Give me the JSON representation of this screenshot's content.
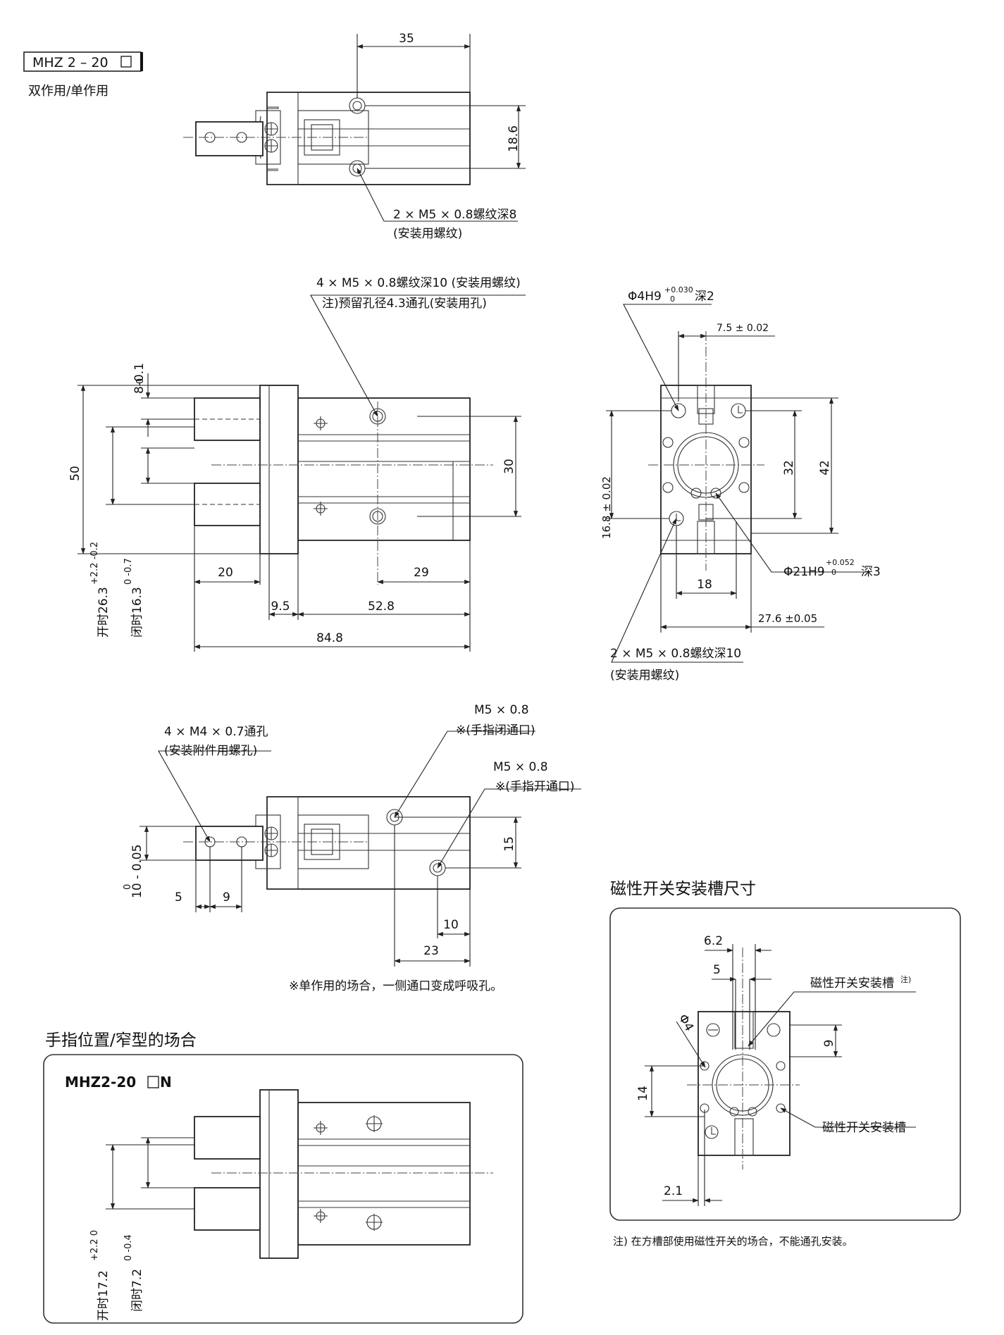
{
  "model_box": {
    "label": "MHZ 2 – 20"
  },
  "subtitle": "双作用/单作用",
  "top_view": {
    "dim_width": "35",
    "dim_height": "18.6",
    "note_line1": "2 × M5 × 0.8螺纹深8",
    "note_line2": "(安装用螺纹)"
  },
  "front_view": {
    "note_line1": "4 × M5 × 0.8螺纹深10 (安装用螺纹)",
    "note_line2": "注)预留孔径4.3通孔(安装用孔)",
    "dim_finger_tol_top": "0",
    "dim_finger_tol_bottom": "8-0.1",
    "dim_height": "50",
    "dim_hole_pitch": "30",
    "dim_open_label": "开时26.3",
    "dim_open_tol": "+2.2 -0.2",
    "dim_close_label": "闭时16.3",
    "dim_close_tol": "0 -0.7",
    "dim_a": "20",
    "dim_b": "29",
    "dim_c": "9.5",
    "dim_d": "52.8",
    "dim_total": "84.8"
  },
  "side_view": {
    "pin_note": "Φ4H9",
    "pin_tol_top": "+0.030",
    "pin_tol_bottom": "0",
    "pin_depth": "深2",
    "dim_pin_offset": "7.5 ± 0.02",
    "dim_vertical": "16.8  ± 0.02",
    "dim_32": "32",
    "dim_42": "42",
    "bore_note": "Φ21H9",
    "bore_tol_top": "+0.052",
    "bore_tol_bottom": "0",
    "bore_depth": "深3",
    "dim_18": "18",
    "dim_width": "27.6 ±0.05",
    "thread_note_line1": "2 × M5 × 0.8螺纹深10",
    "thread_note_line2": "(安装用螺纹)"
  },
  "bottom_view": {
    "left_note_line1": "4 × M4 × 0.7通孔",
    "left_note_line2": "(安装附件用螺孔)",
    "port1_line1": "M5 × 0.8",
    "port1_line2": "※(手指闭通口)",
    "port2_line1": "M5 × 0.8",
    "port2_line2": "※(手指开通口)",
    "dim_15": "15",
    "dim_tol_top": "0",
    "dim_tol_bottom": "10 - 0.05",
    "dim_5": "5",
    "dim_9": "9",
    "dim_10": "10",
    "dim_23": "23",
    "footnote": "※单作用的场合，一侧通口变成呼吸孔。"
  },
  "narrow_section": {
    "heading": "手指位置/窄型的场合",
    "model": "MHZ2-20",
    "model_suffix": "N",
    "open_label": "开时17.2",
    "open_tol": "+2.2 0",
    "close_label": "闭时7.2",
    "close_tol": "0 -0.4"
  },
  "switch_section": {
    "heading": "磁性开关安装槽尺寸",
    "dim_6_2": "6.2",
    "dim_5": "5",
    "dim_phi4": "Φ4",
    "dim_9": "9",
    "dim_14": "14",
    "dim_2_1": "2.1",
    "groove_note": "磁性开关安装槽",
    "groove_note_sup": "注)",
    "groove_label": "磁性开关安装槽",
    "footnote": "注) 在方槽部使用磁性开关的场合，不能通孔安装。"
  }
}
